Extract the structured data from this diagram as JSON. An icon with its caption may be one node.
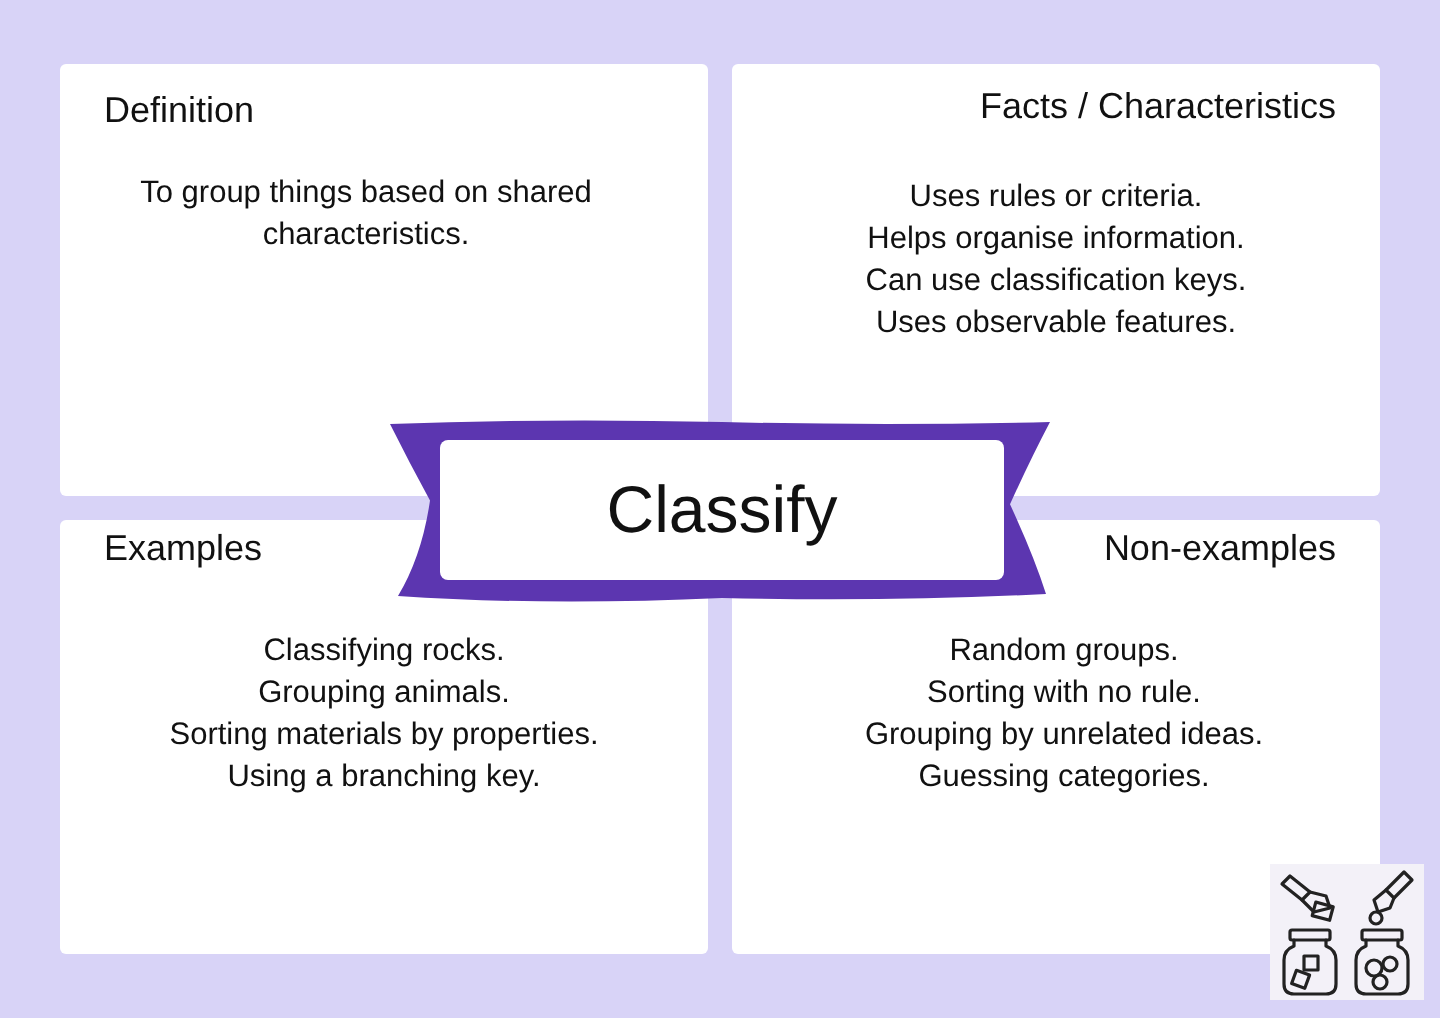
{
  "diagram": {
    "nodes": [
      {
        "text": [
          "Definition",
          "To group things based on shared characteristics."
        ]
      },
      {
        "text": [
          "Facts / Characteristics",
          "Uses rules or criteria.",
          "Helps organise information.",
          "Can use classification keys.",
          "Uses observable features."
        ]
      },
      {
        "text": [
          "Classify"
        ]
      },
      {
        "text": [
          "Examples",
          "Classifying rocks.",
          "Grouping animals.",
          "Sorting materials by properties.",
          "Using a branching key."
        ]
      },
      {
        "text": [
          "Non-examples",
          "Random groups.",
          "Sorting with no rule.",
          "Grouping by unrelated ideas.",
          "Guessing categories."
        ]
      }
    ]
  }
}
